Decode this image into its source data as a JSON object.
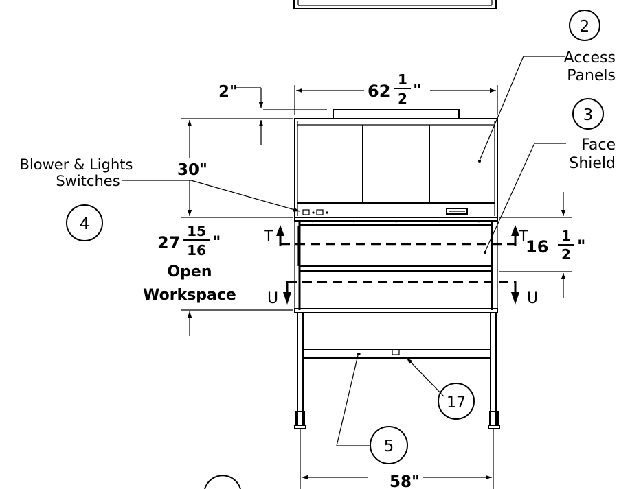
{
  "callouts": {
    "c2": "2",
    "c3": "3",
    "c4": "4",
    "c5": "5",
    "c17": "17"
  },
  "labels": {
    "access_1": "Access",
    "access_2": "Panels",
    "face_1": "Face",
    "face_2": "Shield",
    "blower_1": "Blower & Lights",
    "blower_2": "Switches",
    "open_1": "Open",
    "open_2": "Workspace"
  },
  "dimensions": {
    "top_offset": "2\"",
    "width_top_whole": "62",
    "width_top_num": "1",
    "width_top_den": "2",
    "width_top_unit": "\"",
    "height_upper": "30\"",
    "opening_whole": "27",
    "opening_num": "15",
    "opening_den": "16",
    "opening_unit": "\"",
    "shield_whole": "16",
    "shield_num": "1",
    "shield_den": "2",
    "shield_unit": "\"",
    "width_bottom": "58\""
  },
  "section_marks": {
    "t_left": "T",
    "t_right": "T",
    "u_left": "U",
    "u_right": "U"
  }
}
